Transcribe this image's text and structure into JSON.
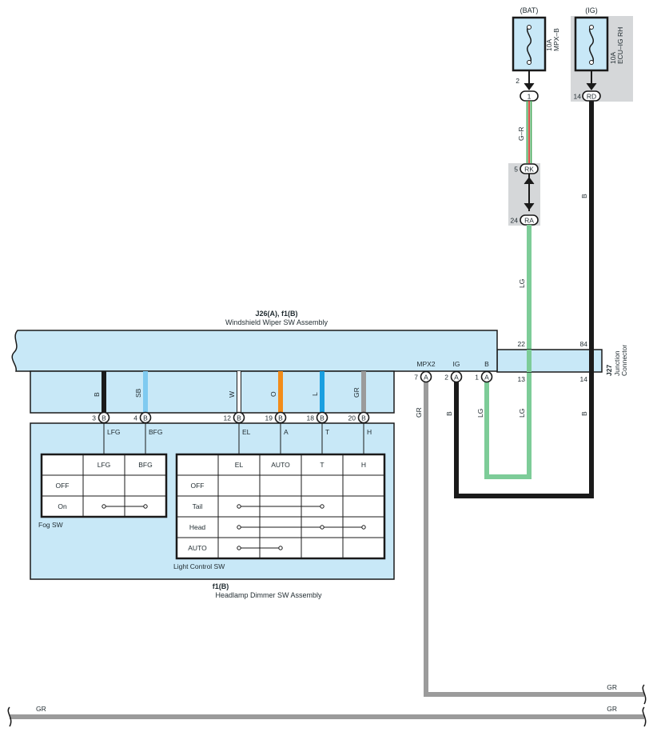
{
  "colors": {
    "panel_fill": "#c8e8f7",
    "gray_box": "#d5d7d9",
    "wire_black": "#1a1a1a",
    "wire_lg": "#7dcc98",
    "wire_gray": "#9b9b9b",
    "wire_sb": "#7fcaf0",
    "wire_orange": "#f28c1a",
    "wire_blue": "#1a9fe0",
    "wire_gr_stripe_red": "#d43b2f",
    "wire_gr_stripe_green": "#46a85a"
  },
  "fuses": {
    "bat": {
      "source": "(BAT)",
      "rating": "10A",
      "name": "MPX–B",
      "pin": "2",
      "conn_pin": "1"
    },
    "ig": {
      "source": "(IG)",
      "rating": "10A",
      "name": "ECU–IG RH",
      "pin": "14",
      "conn": "RD"
    }
  },
  "wires": {
    "g_r": "G–R",
    "lg": "LG",
    "b": "B",
    "gr": "GR"
  },
  "rk_connector": {
    "pin_top": "5",
    "code_top": "RK",
    "pin_bottom": "24",
    "code_bottom": "RA"
  },
  "junction": {
    "id": "J27",
    "title_line1": "Junction",
    "title_line2": "Connector",
    "pins": {
      "tl": "22",
      "tr": "84",
      "bl": "13",
      "br": "14"
    }
  },
  "wiper_assy": {
    "title": "J26(A), f1(B)",
    "subtitle": "Windshield Wiper SW Assembly",
    "out_labels": [
      "MPX2",
      "IG",
      "B"
    ],
    "out_pins": [
      {
        "pin": "7",
        "conn": "A"
      },
      {
        "pin": "2",
        "conn": "A"
      },
      {
        "pin": "1",
        "conn": "A"
      }
    ],
    "inner_wires": [
      "B",
      "SB",
      "W",
      "O",
      "L",
      "GR"
    ],
    "inner_pins": [
      {
        "pin": "3",
        "conn": "B"
      },
      {
        "pin": "4",
        "conn": "B"
      },
      {
        "pin": "12",
        "conn": "B"
      },
      {
        "pin": "19",
        "conn": "B"
      },
      {
        "pin": "18",
        "conn": "B"
      },
      {
        "pin": "20",
        "conn": "B"
      }
    ],
    "pin_signals": [
      "LFG",
      "BFG",
      "EL",
      "A",
      "T",
      "H"
    ]
  },
  "headlamp_assy": {
    "title": "f1(B)",
    "subtitle": "Headlamp Dimmer SW Assembly"
  },
  "fog_sw": {
    "caption": "Fog SW",
    "columns": [
      "LFG",
      "BFG"
    ],
    "rows": [
      "OFF",
      "On"
    ]
  },
  "light_sw": {
    "caption": "Light Control SW",
    "columns": [
      "EL",
      "AUTO",
      "T",
      "H"
    ],
    "rows": [
      "OFF",
      "Tail",
      "Head",
      "AUTO"
    ]
  },
  "bottom_wires": {
    "upper": "GR",
    "lower_left": "GR",
    "lower_right": "GR"
  }
}
